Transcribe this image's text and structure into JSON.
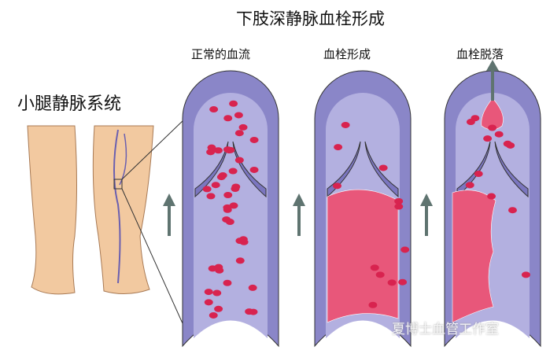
{
  "title": "下肢深静脉血栓形成",
  "subtitle": "小腿静脉系统",
  "panels": [
    {
      "label": "正常的血流"
    },
    {
      "label": "血栓形成"
    },
    {
      "label": "血栓脱落"
    }
  ],
  "watermark": "夏博士血管工作室",
  "colors": {
    "vessel": "#8a86c8",
    "vessel_inner": "#b3b0e0",
    "cell": "#d8234f",
    "clot": "#e8577a",
    "skin": "#f2c9a0",
    "arrow": "#5f7470"
  }
}
